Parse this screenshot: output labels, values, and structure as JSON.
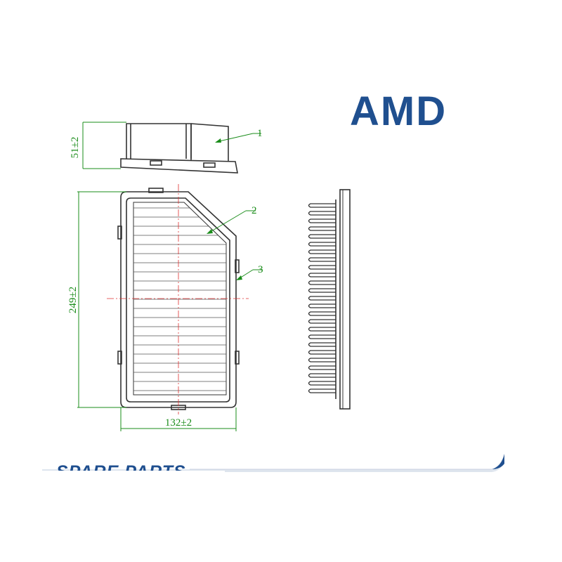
{
  "brand": {
    "logo_text": "AMD",
    "color": "#1f4f8f"
  },
  "footer": {
    "label": "SPARE PARTS"
  },
  "colors": {
    "outline": "#333333",
    "dimension": "#1a8c1a",
    "centerline": "#e03030"
  },
  "dimensions": {
    "height": "51±2",
    "length": "249±2",
    "width": "132±2"
  },
  "callouts": [
    "1",
    "2",
    "3"
  ]
}
